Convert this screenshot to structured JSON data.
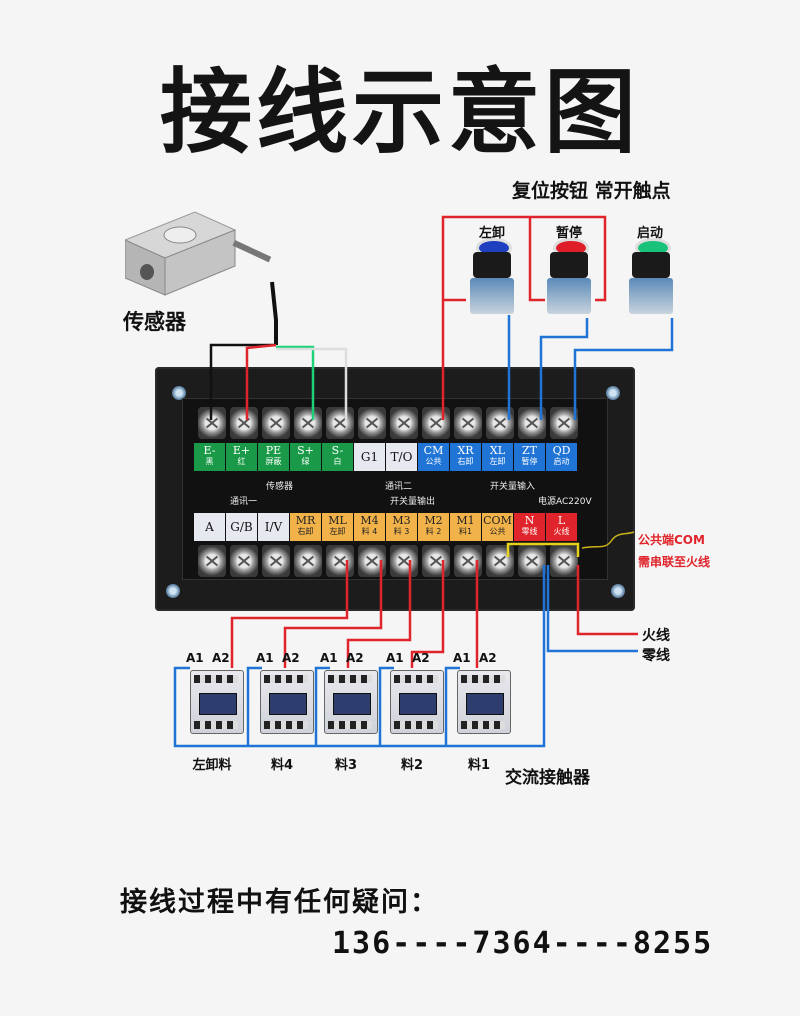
{
  "title": "接线示意图",
  "sensor": {
    "label": "传感器"
  },
  "buttons": {
    "heading": "复位按钮 常开触点",
    "items": [
      {
        "label": "左卸",
        "color": "#1e3fc0"
      },
      {
        "label": "暂停",
        "color": "#e01e2a"
      },
      {
        "label": "启动",
        "color": "#19c27a"
      }
    ]
  },
  "top_terminals": [
    {
      "main": "E-",
      "sub": "黑",
      "group": "green"
    },
    {
      "main": "E+",
      "sub": "红",
      "group": "green"
    },
    {
      "main": "PE",
      "sub": "屏蔽",
      "group": "green"
    },
    {
      "main": "S+",
      "sub": "绿",
      "group": "green"
    },
    {
      "main": "S-",
      "sub": "白",
      "group": "green"
    },
    {
      "main": "G1",
      "sub": "",
      "group": "white"
    },
    {
      "main": "T/O",
      "sub": "",
      "group": "white"
    },
    {
      "main": "CM",
      "sub": "公共",
      "group": "blue"
    },
    {
      "main": "XR",
      "sub": "右卸",
      "group": "blue"
    },
    {
      "main": "XL",
      "sub": "左卸",
      "group": "blue"
    },
    {
      "main": "ZT",
      "sub": "暂停",
      "group": "blue"
    },
    {
      "main": "QD",
      "sub": "启动",
      "group": "blue"
    }
  ],
  "top_groups": {
    "sensor": "传感器",
    "comm2": "通讯二",
    "switch_in": "开关量输入"
  },
  "bottom_groups": {
    "comm1": "通讯一",
    "switch_out": "开关量输出",
    "power": "电源AC220V"
  },
  "bottom_terminals": [
    {
      "main": "A",
      "sub": "",
      "group": "white"
    },
    {
      "main": "G/B",
      "sub": "",
      "group": "white"
    },
    {
      "main": "I/V",
      "sub": "",
      "group": "white"
    },
    {
      "main": "MR",
      "sub": "右卸",
      "group": "orange"
    },
    {
      "main": "ML",
      "sub": "左卸",
      "group": "orange"
    },
    {
      "main": "M4",
      "sub": "料 4",
      "group": "orange"
    },
    {
      "main": "M3",
      "sub": "料 3",
      "group": "orange"
    },
    {
      "main": "M2",
      "sub": "料 2",
      "group": "orange"
    },
    {
      "main": "M1",
      "sub": "料1",
      "group": "orange"
    },
    {
      "main": "COM",
      "sub": "公共",
      "group": "orange"
    },
    {
      "main": "N",
      "sub": "零线",
      "group": "red"
    },
    {
      "main": "L",
      "sub": "火线",
      "group": "red"
    }
  ],
  "note": {
    "line1": "公共端COM",
    "line2": "需串联至火线"
  },
  "power_lines": {
    "live": "火线",
    "neutral": "零线"
  },
  "contactors": {
    "coil_a1": "A1",
    "coil_a2": "A2",
    "items": [
      {
        "label": "左卸料"
      },
      {
        "label": "料4"
      },
      {
        "label": "料3"
      },
      {
        "label": "料2"
      },
      {
        "label": "料1"
      }
    ],
    "title": "交流接触器"
  },
  "footer": {
    "question": "接线过程中有任何疑问：",
    "phone": "136----7364----8255"
  },
  "colors": {
    "red_wire": "#e0242b",
    "blue_wire": "#1f74d6",
    "green_wire": "#1fd07a",
    "yellow_wire": "#e6d21a"
  }
}
